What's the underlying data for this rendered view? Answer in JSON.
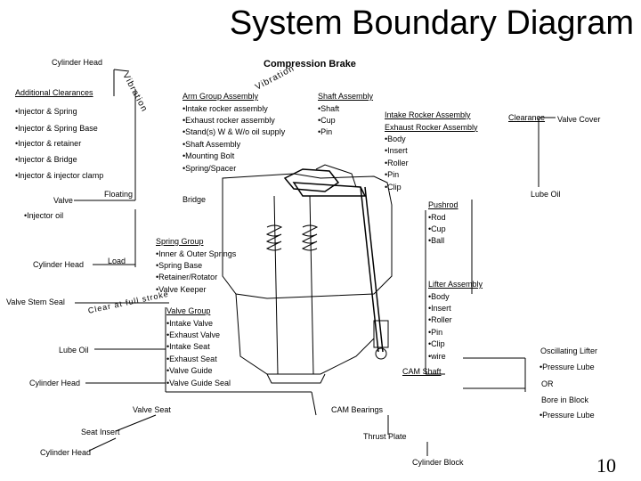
{
  "title": "System Boundary Diagram",
  "page_number": "10",
  "left": {
    "cylinder_head_top": "Cylinder Head",
    "clearances_heading": "Additional Clearances",
    "clearances": [
      "Injector & Spring",
      "Injector & Spring Base",
      "Injector & retainer",
      "Injector & Bridge",
      "Injector & injector clamp"
    ],
    "valve": "Valve",
    "floating": "Floating",
    "injector_oil": "Injector oil",
    "cylinder_head_mid": "Cylinder Head",
    "load": "Load",
    "valve_stem_seal": "Valve Stem Seal",
    "clear_at_full": "Clear at full stroke",
    "lube_oil": "Lube Oil",
    "cylinder_head_low": "Cylinder Head",
    "valve_seat": "Valve Seat",
    "seat_insert": "Seat Insert",
    "cylinder_head_bottom": "Cylinder Head"
  },
  "top": {
    "compression_brake": "Compression Brake",
    "vibration_left": "Vibration",
    "vibration_right": "Vibration"
  },
  "center": {
    "arm_group": [
      "Arm Group Assembly",
      "Intake rocker assembly",
      "Exhaust rocker assembly",
      "Stand(s) W & W/o oil supply",
      "Shaft Assembly",
      "Mounting Bolt",
      "Spring/Spacer"
    ],
    "shaft_assembly": [
      "Shaft Assembly",
      "Shaft",
      "Cup",
      "Pin"
    ],
    "bridge": "Bridge",
    "spring_group": [
      "Spring Group",
      "Inner & Outer Springs",
      "Spring Base",
      "Retainer/Rotator",
      "Valve Keeper"
    ],
    "valve_group": [
      "Valve Group",
      "Intake Valve",
      "Exhaust Valve",
      "Intake Seat",
      "Exhaust Seat",
      "Valve Guide",
      "Valve Guide Seal"
    ]
  },
  "right": {
    "rocker_heading_1": "Intake Rocker Assembly",
    "rocker_heading_2": "Exhaust Rocker Assembly",
    "rocker_items": [
      "Body",
      "Insert",
      "Roller",
      "Pin",
      "Clip"
    ],
    "clearance": "Clearance",
    "valve_cover": "Valve Cover",
    "lube_oil": "Lube Oil",
    "pushrod": [
      "Pushrod",
      "Rod",
      "Cup",
      "Ball"
    ],
    "lifter": [
      "Lifter Assembly",
      "Body",
      "Insert",
      "Roller",
      "Pin",
      "Clip",
      "wire"
    ],
    "cam_shaft": "CAM Shaft",
    "oscillating_lifter": "Oscillating Lifter",
    "pressure_lube_1": "Pressure Lube",
    "or": "OR",
    "bore_in_block": "Bore in Block",
    "pressure_lube_2": "Pressure Lube",
    "cam_bearings": "CAM Bearings",
    "thrust_plate": "Thrust Plate",
    "cylinder_block": "Cylinder Block"
  }
}
